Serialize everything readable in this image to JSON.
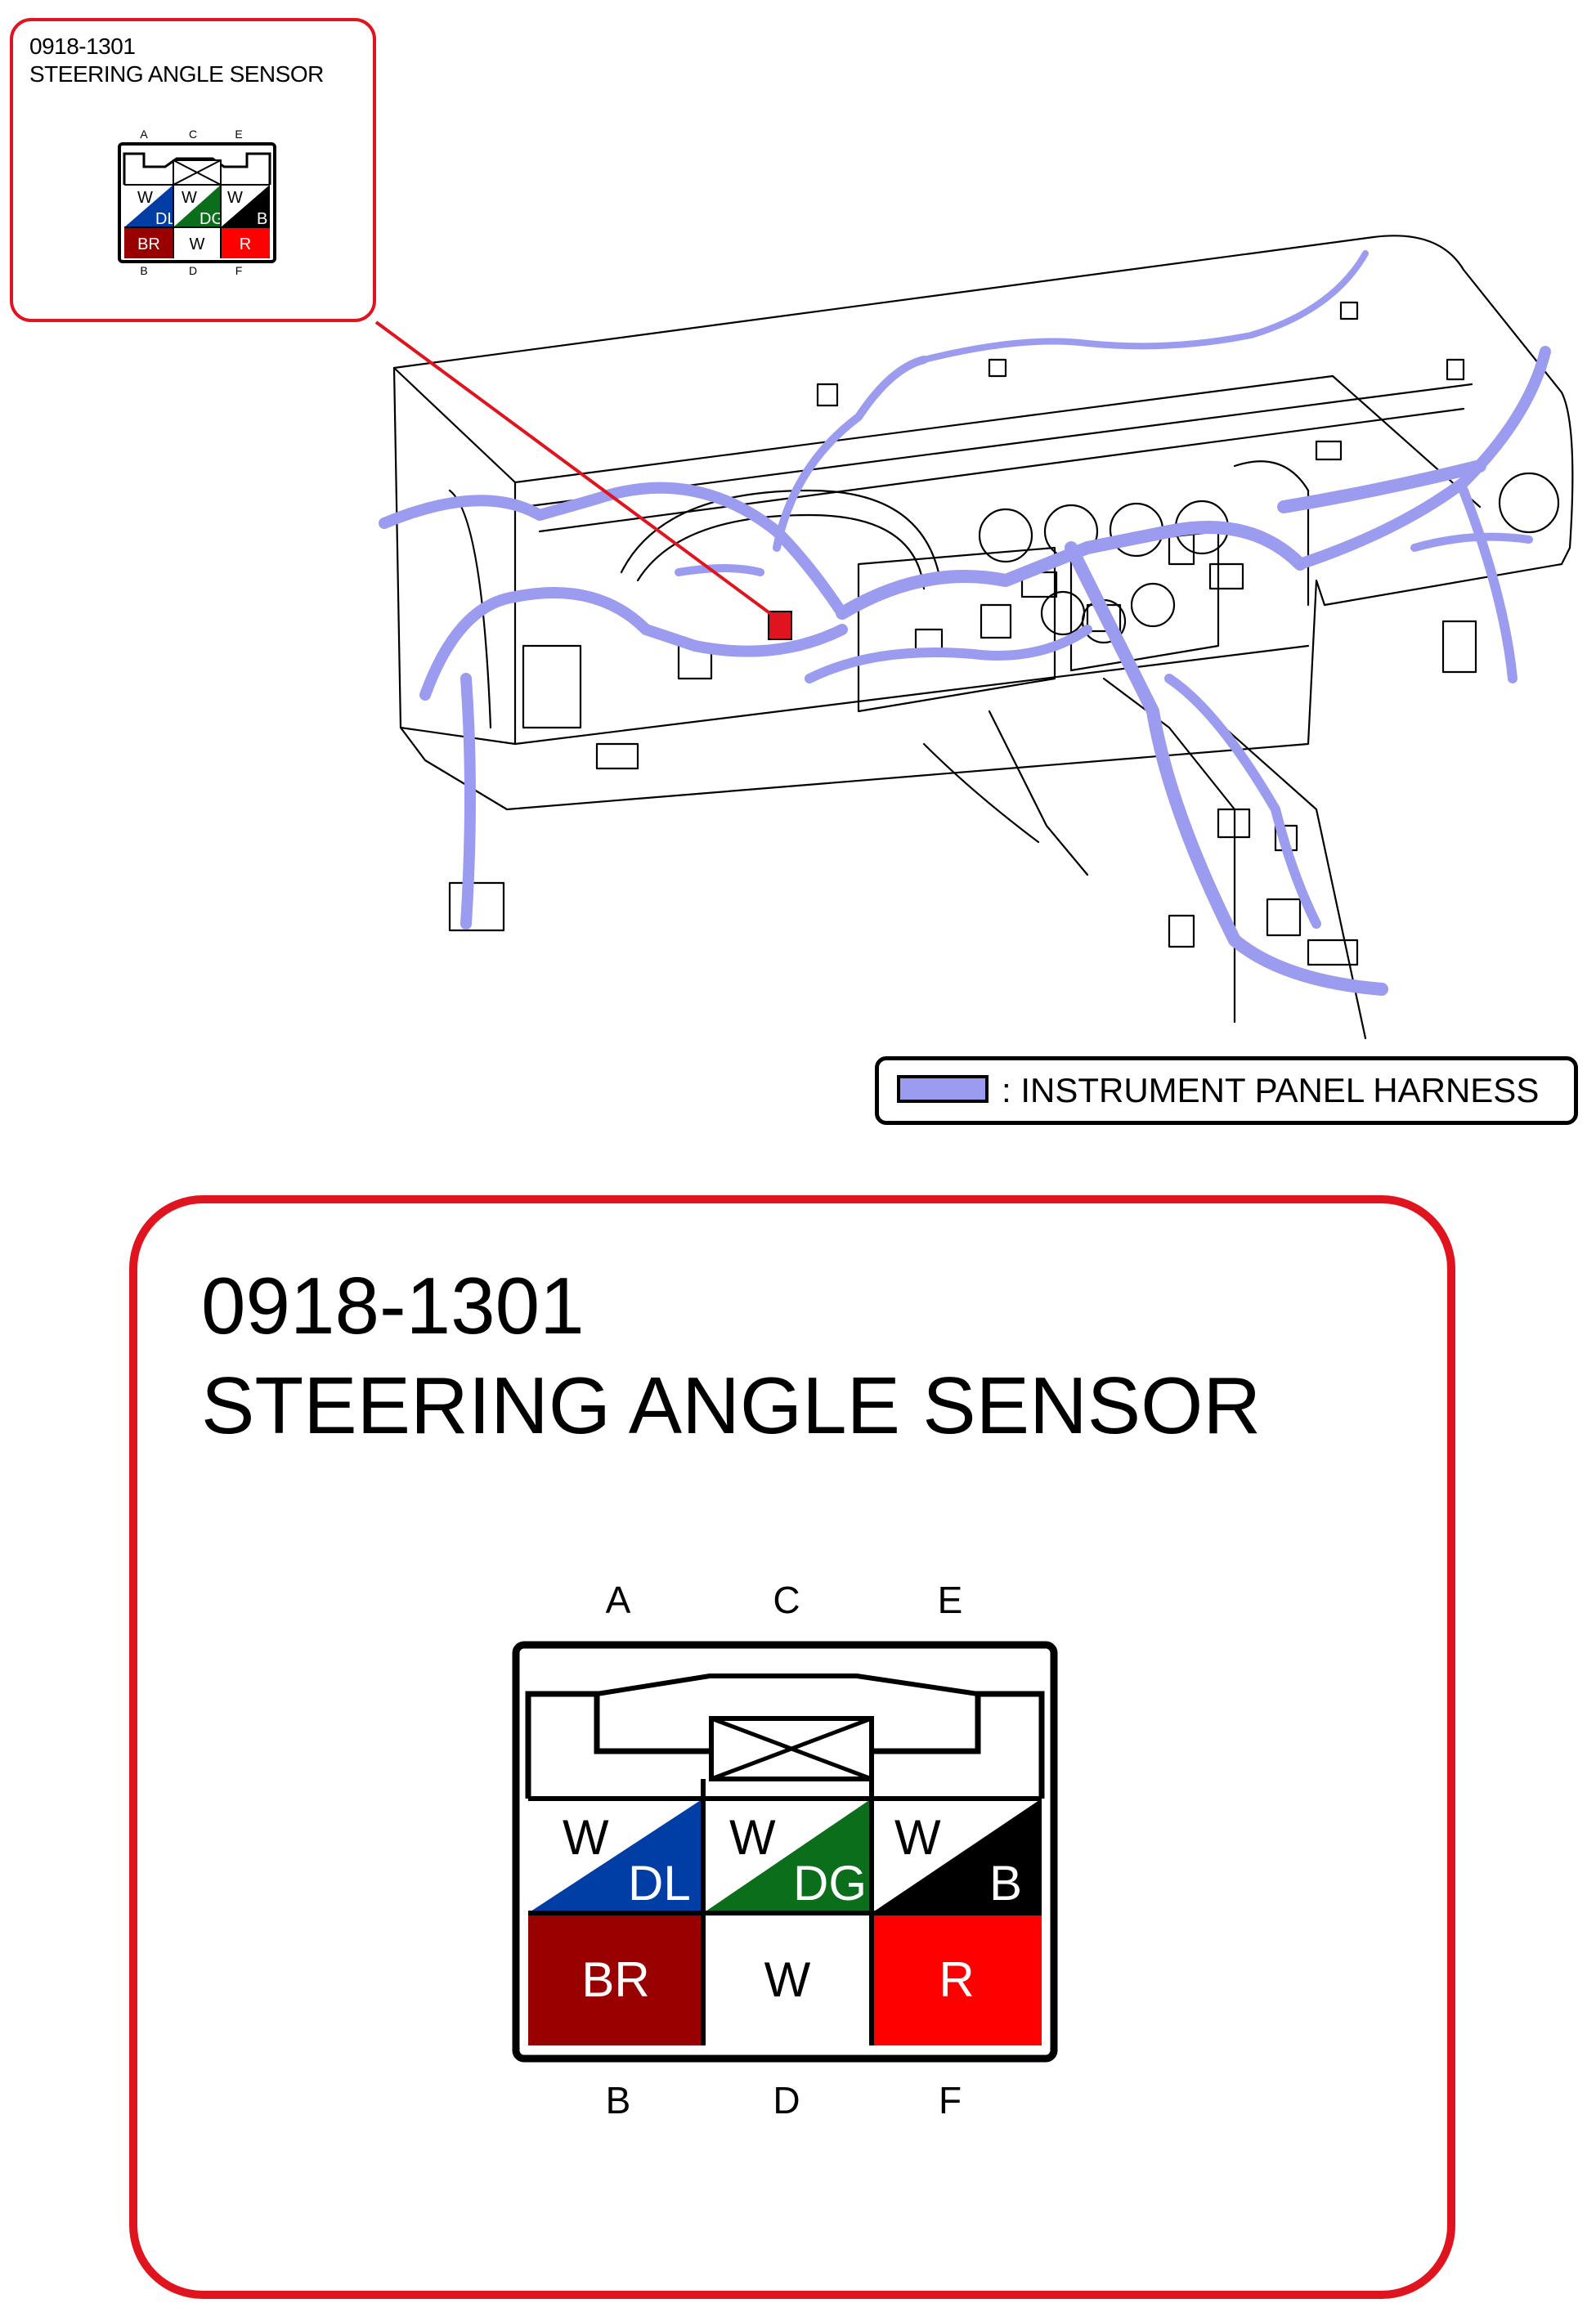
{
  "connector": {
    "code": "0918-1301",
    "name": "STEERING ANGLE SENSOR"
  },
  "pins": {
    "top": [
      "A",
      "C",
      "E"
    ],
    "bottom": [
      "B",
      "D",
      "F"
    ]
  },
  "cells": {
    "A": {
      "primary": "W",
      "secondary": "DL",
      "primary_color": "#ffffff",
      "secondary_color": "#003da5"
    },
    "C": {
      "primary": "W",
      "secondary": "DG",
      "primary_color": "#ffffff",
      "secondary_color": "#0b6e1a"
    },
    "E": {
      "primary": "W",
      "secondary": "B",
      "primary_color": "#ffffff",
      "secondary_color": "#000000"
    },
    "B": {
      "label": "BR",
      "color": "#990000"
    },
    "D": {
      "label": "W",
      "color": "#ffffff"
    },
    "F": {
      "label": "R",
      "color": "#ff0000"
    }
  },
  "legend": {
    "text": ": INSTRUMENT PANEL HARNESS",
    "color": "#9b9bf0"
  },
  "colors": {
    "callout_border": "#e0141e",
    "harness": "#9b9bf0",
    "highlight_connector": "#e0141e"
  }
}
